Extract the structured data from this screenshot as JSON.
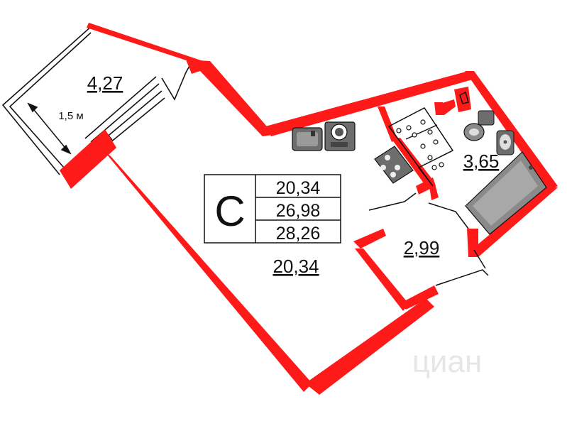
{
  "plan": {
    "room_type": "С",
    "areas_table": [
      "20,34",
      "26,98",
      "28,26"
    ],
    "main_room_area": "20,34",
    "balcony_area": "4,27",
    "balcony_depth": "1,5 м",
    "bathroom_area": "3,65",
    "hall_area": "2,99",
    "watermark": "циан"
  },
  "colors": {
    "wall": "#ff1a1a",
    "line": "#111111",
    "appliance": "#6d6d6d",
    "bathtub": "#8a8a8a"
  }
}
